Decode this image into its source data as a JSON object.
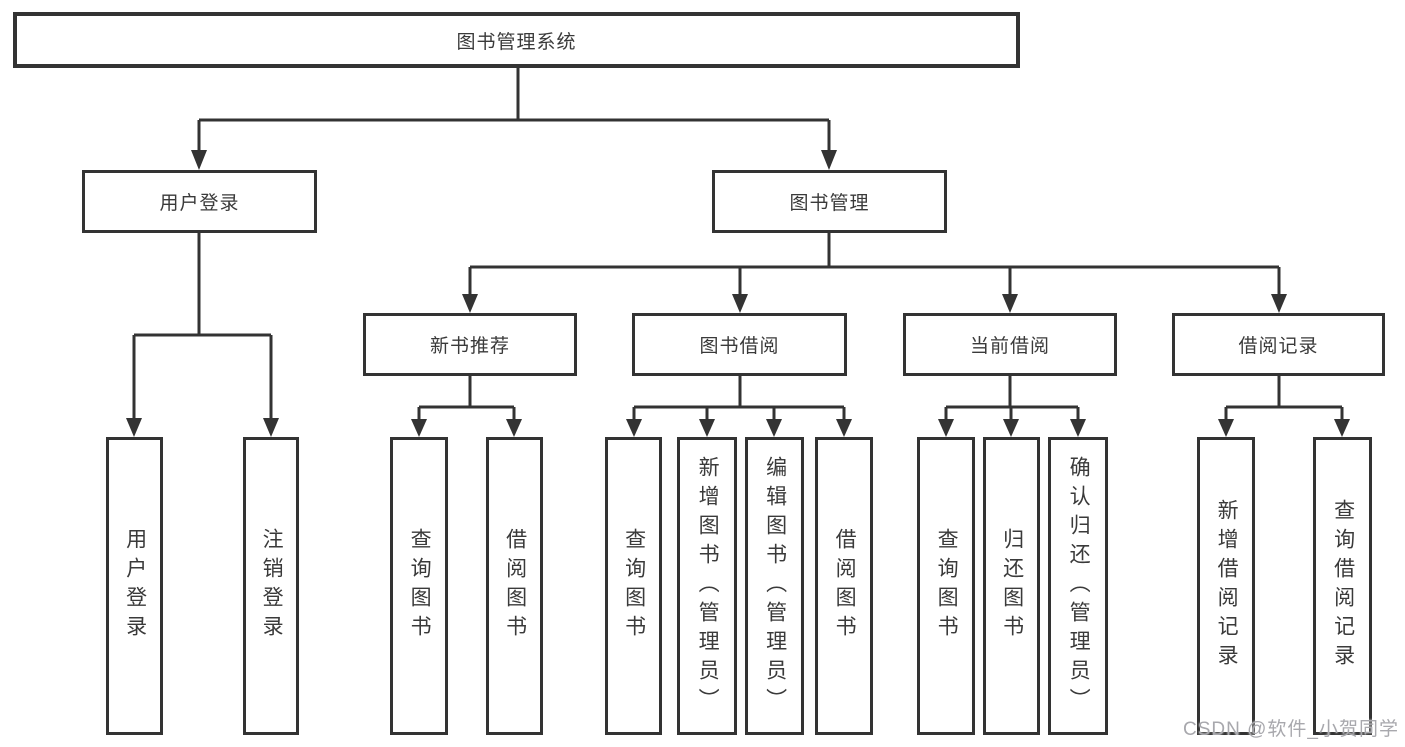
{
  "tree": {
    "root": {
      "label": "图书管理系统",
      "children": [
        {
          "label": "用户登录",
          "children": [
            {
              "label": "用户登录"
            },
            {
              "label": "注销登录"
            }
          ]
        },
        {
          "label": "图书管理",
          "children": [
            {
              "label": "新书推荐",
              "children": [
                {
                  "label": "查询图书"
                },
                {
                  "label": "借阅图书"
                }
              ]
            },
            {
              "label": "图书借阅",
              "children": [
                {
                  "label": "查询图书"
                },
                {
                  "label": "新增图书（管理员）"
                },
                {
                  "label": "编辑图书（管理员）"
                },
                {
                  "label": "借阅图书"
                }
              ]
            },
            {
              "label": "当前借阅",
              "children": [
                {
                  "label": "查询图书"
                },
                {
                  "label": "归还图书"
                },
                {
                  "label": "确认归还（管理员）"
                }
              ]
            },
            {
              "label": "借阅记录",
              "children": [
                {
                  "label": "新增借阅记录"
                },
                {
                  "label": "查询借阅记录"
                }
              ]
            }
          ]
        }
      ]
    }
  },
  "watermark": {
    "text": "CSDN @软件_小贺同学"
  },
  "colors": {
    "line": "#333333",
    "text": "#3a3a3a",
    "box_background": "#ffffff",
    "watermark": "#a8a8ad",
    "background": "#ffffff"
  }
}
